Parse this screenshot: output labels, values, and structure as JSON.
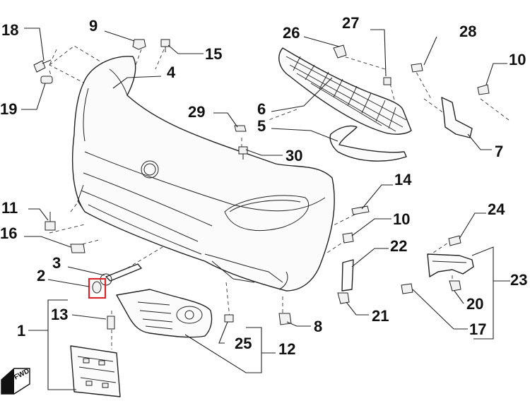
{
  "callouts": [
    {
      "id": "c1",
      "label": "1"
    },
    {
      "id": "c2",
      "label": "2"
    },
    {
      "id": "c3",
      "label": "3"
    },
    {
      "id": "c4",
      "label": "4"
    },
    {
      "id": "c5",
      "label": "5"
    },
    {
      "id": "c6",
      "label": "6"
    },
    {
      "id": "c7",
      "label": "7"
    },
    {
      "id": "c8",
      "label": "8"
    },
    {
      "id": "c9",
      "label": "9"
    },
    {
      "id": "c10a",
      "label": "10"
    },
    {
      "id": "c10b",
      "label": "10"
    },
    {
      "id": "c11",
      "label": "11"
    },
    {
      "id": "c12",
      "label": "12"
    },
    {
      "id": "c13",
      "label": "13"
    },
    {
      "id": "c14",
      "label": "14"
    },
    {
      "id": "c15",
      "label": "15"
    },
    {
      "id": "c16",
      "label": "16"
    },
    {
      "id": "c17",
      "label": "17"
    },
    {
      "id": "c18",
      "label": "18"
    },
    {
      "id": "c19",
      "label": "19"
    },
    {
      "id": "c20",
      "label": "20"
    },
    {
      "id": "c21",
      "label": "21"
    },
    {
      "id": "c22",
      "label": "22"
    },
    {
      "id": "c23",
      "label": "23"
    },
    {
      "id": "c24",
      "label": "24"
    },
    {
      "id": "c25",
      "label": "25"
    },
    {
      "id": "c26",
      "label": "26"
    },
    {
      "id": "c27",
      "label": "27"
    },
    {
      "id": "c28",
      "label": "28"
    },
    {
      "id": "c29",
      "label": "29"
    },
    {
      "id": "c30",
      "label": "30"
    }
  ],
  "direction_badge": "FWD",
  "highlighted_part": "2",
  "highlight_color": "#d9262c",
  "line_color": "#222222"
}
